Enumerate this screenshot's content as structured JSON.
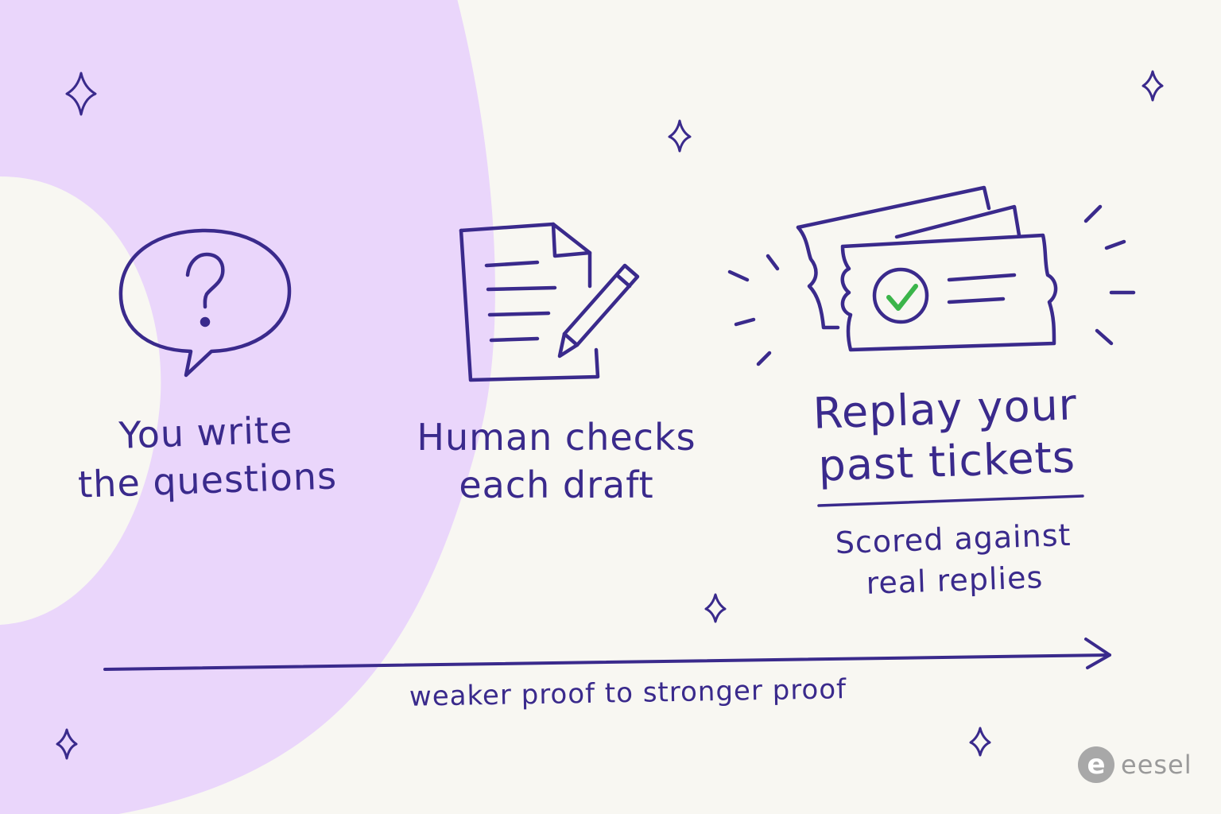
{
  "colors": {
    "background": "#f8f7f2",
    "ring": "#ead6fb",
    "ink": "#3a2a8c",
    "check": "#3bb54a",
    "logo": "#a8a8a8"
  },
  "steps": [
    {
      "label_line1": "You write",
      "label_line2": "the questions",
      "icon": "question-speech-bubble-icon"
    },
    {
      "label_line1": "Human checks",
      "label_line2": "each draft",
      "icon": "document-pencil-icon"
    },
    {
      "label_line1": "Replay your",
      "label_line2": "past tickets",
      "icon": "stacked-tickets-check-icon",
      "sub_line1": "Scored against",
      "sub_line2": "real replies"
    }
  ],
  "axis": {
    "label": "weaker proof to stronger proof"
  },
  "brand": {
    "mark": "e",
    "name": "eesel"
  }
}
